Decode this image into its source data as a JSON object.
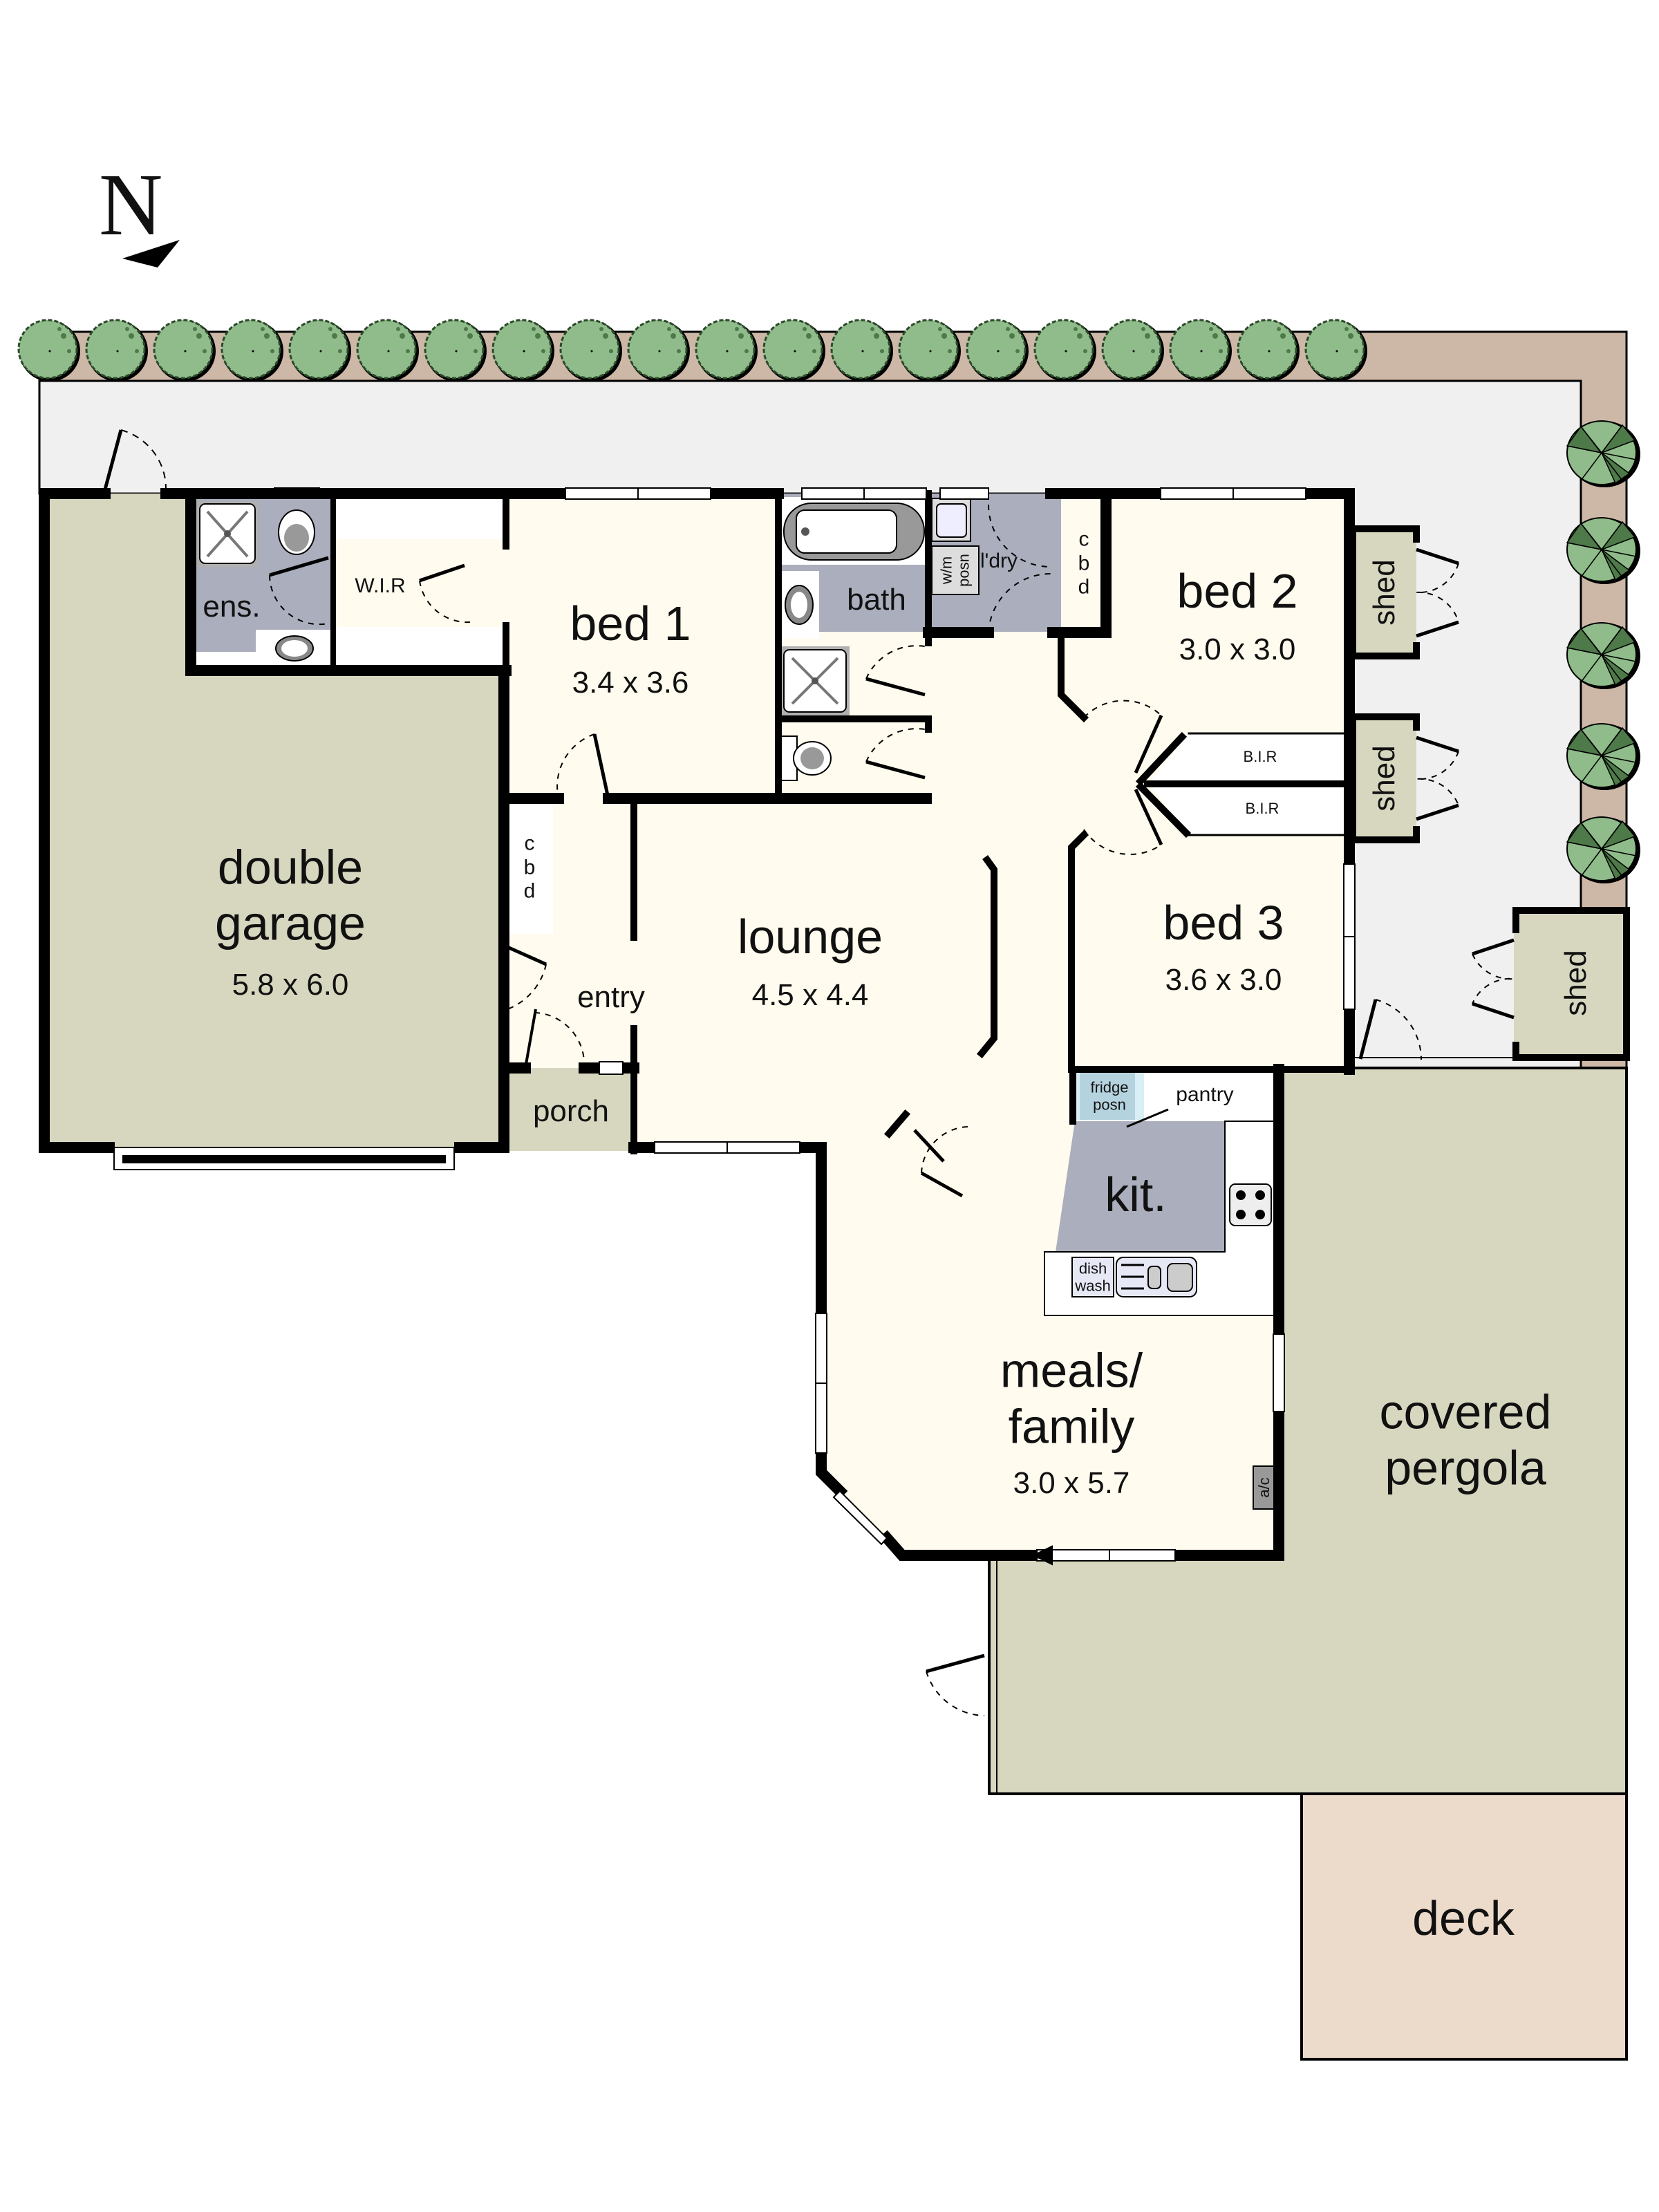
{
  "compass": {
    "label": "N",
    "icon": "north-arrow-icon"
  },
  "colors": {
    "garage": "#d7d7c0",
    "living": "#fffbee",
    "wet_area": "#abaebc",
    "path": "#f0f0f0",
    "hedge": "#cdb8a8",
    "tree": "#8fbc8a",
    "tree_dark": "#4d7a48",
    "pergola": "#d7d7c0",
    "deck": "#ecdbcb",
    "wall": "#000000",
    "fridge": "#b5d3de"
  },
  "rooms": {
    "garage": {
      "name_line1": "double",
      "name_line2": "garage",
      "dims": "5.8 x 6.0"
    },
    "ensuite": {
      "name": "ens."
    },
    "wir": {
      "name": "W.I.R"
    },
    "bed1": {
      "name": "bed 1",
      "dims": "3.4 x 3.6"
    },
    "bath": {
      "name": "bath"
    },
    "laundry": {
      "name": "l'dry",
      "wm_line1": "w/m",
      "wm_line2": "posn"
    },
    "cbd_laundry": {
      "line1": "c",
      "line2": "b",
      "line3": "d"
    },
    "bed2": {
      "name": "bed 2",
      "dims": "3.0 x 3.0"
    },
    "bir_top": {
      "name": "B.I.R"
    },
    "bir_bottom": {
      "name": "B.I.R"
    },
    "bed3": {
      "name": "bed 3",
      "dims": "3.6 x 3.0"
    },
    "cbd_entry": {
      "line1": "c",
      "line2": "b",
      "line3": "d"
    },
    "entry": {
      "name": "entry"
    },
    "porch": {
      "name": "porch"
    },
    "lounge": {
      "name": "lounge",
      "dims": "4.5 x 4.4"
    },
    "fridge": {
      "line1": "fridge",
      "line2": "posn"
    },
    "pantry": {
      "name": "pantry"
    },
    "kitchen": {
      "name": "kit.",
      "dish_line1": "dish",
      "dish_line2": "wash"
    },
    "meals": {
      "name_line1": "meals/",
      "name_line2": "family",
      "dims": "3.0 x 5.7",
      "ac": "a/c"
    },
    "pergola": {
      "name_line1": "covered",
      "name_line2": "pergola"
    },
    "deck": {
      "name": "deck"
    },
    "shed1": {
      "name": "shed"
    },
    "shed2": {
      "name": "shed"
    },
    "shed3": {
      "name": "shed"
    }
  }
}
